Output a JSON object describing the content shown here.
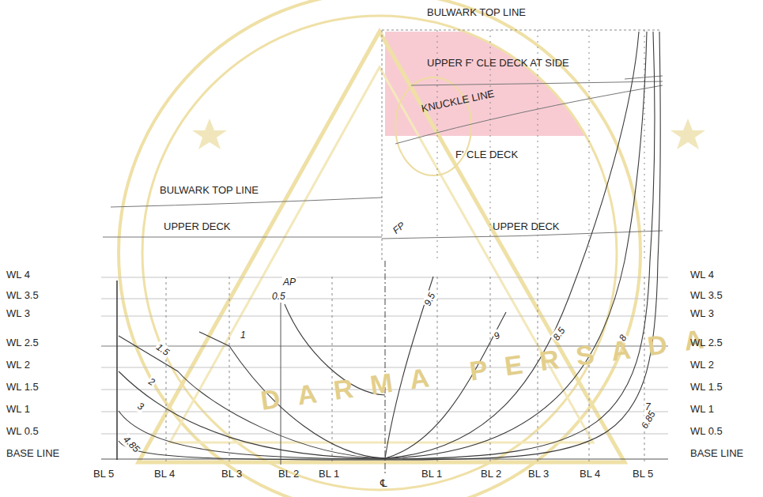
{
  "diagram": {
    "labels": [
      "BULWARK TOP LINE",
      "UPPER F' CLE DECK AT SIDE",
      "KNUCKLE LINE",
      "F' CLE DECK",
      "BULWARK TOP LINE",
      "UPPER DECK",
      "FP",
      "UPPER DECK",
      "AP",
      "WL 4",
      "WL 3.5",
      "WL 3",
      "WL 2.5",
      "WL 2",
      "WL 1.5",
      "WL 1",
      "WL 0.5",
      "BASE LINE",
      "WL 4",
      "WL 3.5",
      "WL 3",
      "WL 2.5",
      "WL 2",
      "WL 1.5",
      "WL 1",
      "WL 0.5",
      "BASE LINE",
      "BL 5",
      "BL 4",
      "BL 3",
      "BL 2",
      "BL 1",
      "BL 1",
      "BL 2",
      "BL 3",
      "BL 4",
      "BL 5",
      "℄",
      "0.5",
      "1",
      "1.5",
      "2",
      "3",
      "4.85",
      "9.5",
      "9",
      "8.5",
      "8",
      "7",
      "6.85",
      "DARMA PERSADA"
    ]
  }
}
